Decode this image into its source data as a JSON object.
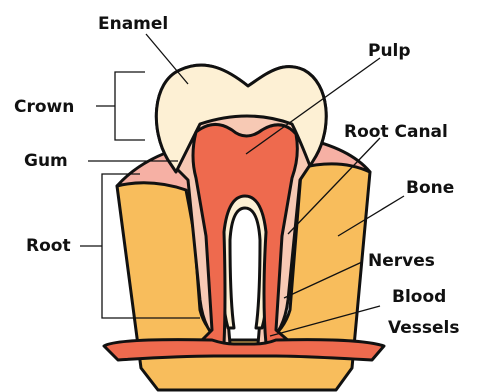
{
  "labels": {
    "enamel": "Enamel",
    "pulp": "Pulp",
    "crown": "Crown",
    "root_canal": "Root Canal",
    "gum": "Gum",
    "bone": "Bone",
    "root": "Root",
    "nerves": "Nerves",
    "blood": "Blood",
    "vessels": "Vessels"
  },
  "colors": {
    "enamel": "#fdf0d4",
    "dentin": "#f7c9b4",
    "gum": "#f6b0a4",
    "bone": "#f8bd5c",
    "pulp": "#ee6a4e",
    "outline": "#111111"
  }
}
